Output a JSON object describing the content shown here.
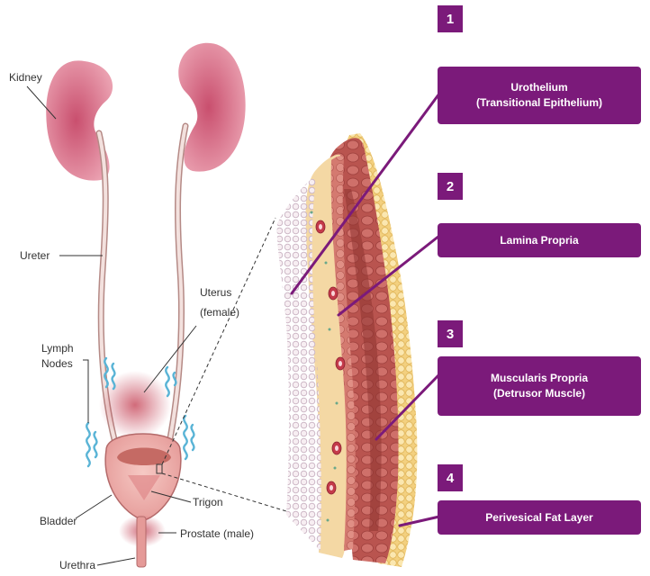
{
  "anatomy_labels": {
    "kidney": "Kidney",
    "ureter": "Ureter",
    "uterus_line1": "Uterus",
    "uterus_line2": "(female)",
    "lymph_line1": "Lymph",
    "lymph_line2": "Nodes",
    "bladder": "Bladder",
    "trigon": "Trigon",
    "prostate": "Prostate (male)",
    "urethra": "Urethra"
  },
  "layers": [
    {
      "number": "1",
      "line1": "Urothelium",
      "line2": "(Transitional Epithelium)"
    },
    {
      "number": "2",
      "line1": "Lamina Propria",
      "line2": ""
    },
    {
      "number": "3",
      "line1": "Muscularis Propria",
      "line2": "(Detrusor Muscle)"
    },
    {
      "number": "4",
      "line1": "Perivesical Fat Layer",
      "line2": ""
    }
  ],
  "colors": {
    "accent_purple": "#7b1a7a",
    "kidney": "#d8728a",
    "muscle": "#c45a55",
    "fat": "#f4d48a",
    "lymph": "#5ab4d6"
  }
}
